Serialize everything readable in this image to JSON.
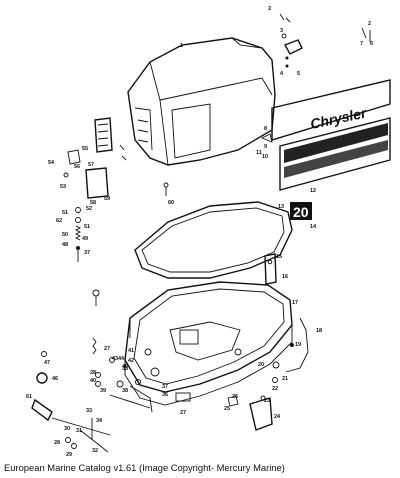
{
  "caption": "European Marine Catalog v1.61 (Image Copyright- Mercury Marine)",
  "brand_text": "Chrysler",
  "decal_text": "20",
  "callouts": [
    {
      "id": "c1",
      "text": "1"
    },
    {
      "id": "c2",
      "text": "2"
    },
    {
      "id": "c3",
      "text": "3"
    },
    {
      "id": "c4",
      "text": "4"
    },
    {
      "id": "c5",
      "text": "5"
    },
    {
      "id": "c6",
      "text": "6"
    },
    {
      "id": "c7",
      "text": "7"
    },
    {
      "id": "c2b",
      "text": "2"
    },
    {
      "id": "c8",
      "text": "8"
    },
    {
      "id": "c9",
      "text": "9"
    },
    {
      "id": "c10",
      "text": "10"
    },
    {
      "id": "c11",
      "text": "11"
    },
    {
      "id": "c12",
      "text": "12"
    },
    {
      "id": "c13",
      "text": "13"
    },
    {
      "id": "c14",
      "text": "14"
    },
    {
      "id": "c15",
      "text": "15"
    },
    {
      "id": "c16",
      "text": "16"
    },
    {
      "id": "c17",
      "text": "17"
    },
    {
      "id": "c18",
      "text": "18"
    },
    {
      "id": "c19",
      "text": "19"
    },
    {
      "id": "c20",
      "text": "20"
    },
    {
      "id": "c21",
      "text": "21"
    },
    {
      "id": "c22",
      "text": "22"
    },
    {
      "id": "c23",
      "text": "23"
    },
    {
      "id": "c24",
      "text": "24"
    },
    {
      "id": "c25",
      "text": "25"
    },
    {
      "id": "c26",
      "text": "26"
    },
    {
      "id": "c27",
      "text": "27"
    },
    {
      "id": "c27b",
      "text": "27"
    },
    {
      "id": "c28",
      "text": "28"
    },
    {
      "id": "c28b",
      "text": "28"
    },
    {
      "id": "c29",
      "text": "29"
    },
    {
      "id": "c30",
      "text": "30"
    },
    {
      "id": "c31",
      "text": "31"
    },
    {
      "id": "c32",
      "text": "32"
    },
    {
      "id": "c33",
      "text": "33"
    },
    {
      "id": "c34",
      "text": "34"
    },
    {
      "id": "c35",
      "text": "35"
    },
    {
      "id": "c36",
      "text": "36"
    },
    {
      "id": "c37",
      "text": "37"
    },
    {
      "id": "c37b",
      "text": "37"
    },
    {
      "id": "c38",
      "text": "38"
    },
    {
      "id": "c39",
      "text": "39"
    },
    {
      "id": "c40",
      "text": "40"
    },
    {
      "id": "c41",
      "text": "41"
    },
    {
      "id": "c42",
      "text": "42"
    },
    {
      "id": "c43",
      "text": "43"
    },
    {
      "id": "c44",
      "text": "44"
    },
    {
      "id": "c45",
      "text": "45"
    },
    {
      "id": "c46",
      "text": "46"
    },
    {
      "id": "c47",
      "text": "47"
    },
    {
      "id": "c48",
      "text": "48"
    },
    {
      "id": "c49",
      "text": "49"
    },
    {
      "id": "c50",
      "text": "50"
    },
    {
      "id": "c51",
      "text": "51"
    },
    {
      "id": "c51b",
      "text": "51"
    },
    {
      "id": "c52",
      "text": "52"
    },
    {
      "id": "c53",
      "text": "53"
    },
    {
      "id": "c54",
      "text": "54"
    },
    {
      "id": "c55",
      "text": "55"
    },
    {
      "id": "c56",
      "text": "56"
    },
    {
      "id": "c57",
      "text": "57"
    },
    {
      "id": "c58",
      "text": "58"
    },
    {
      "id": "c59",
      "text": "59"
    },
    {
      "id": "c60",
      "text": "60"
    },
    {
      "id": "c61",
      "text": "61"
    },
    {
      "id": "c62",
      "text": "62"
    }
  ]
}
